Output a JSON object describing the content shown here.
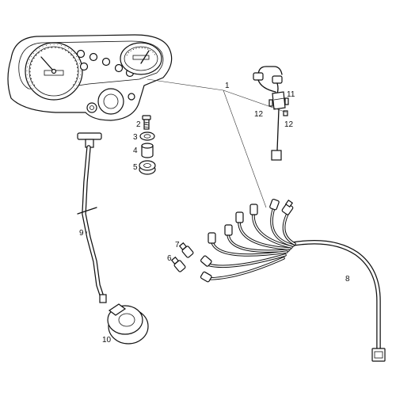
{
  "callouts": {
    "p1": "1",
    "p2": "2",
    "p3": "3",
    "p4": "4",
    "p5": "5",
    "p6": "6",
    "p7": "7",
    "p8": "8",
    "p9": "9",
    "p10": "10",
    "p11": "11",
    "p12a": "12",
    "p12b": "12"
  },
  "colors": {
    "line": "#111111",
    "background": "#ffffff"
  }
}
